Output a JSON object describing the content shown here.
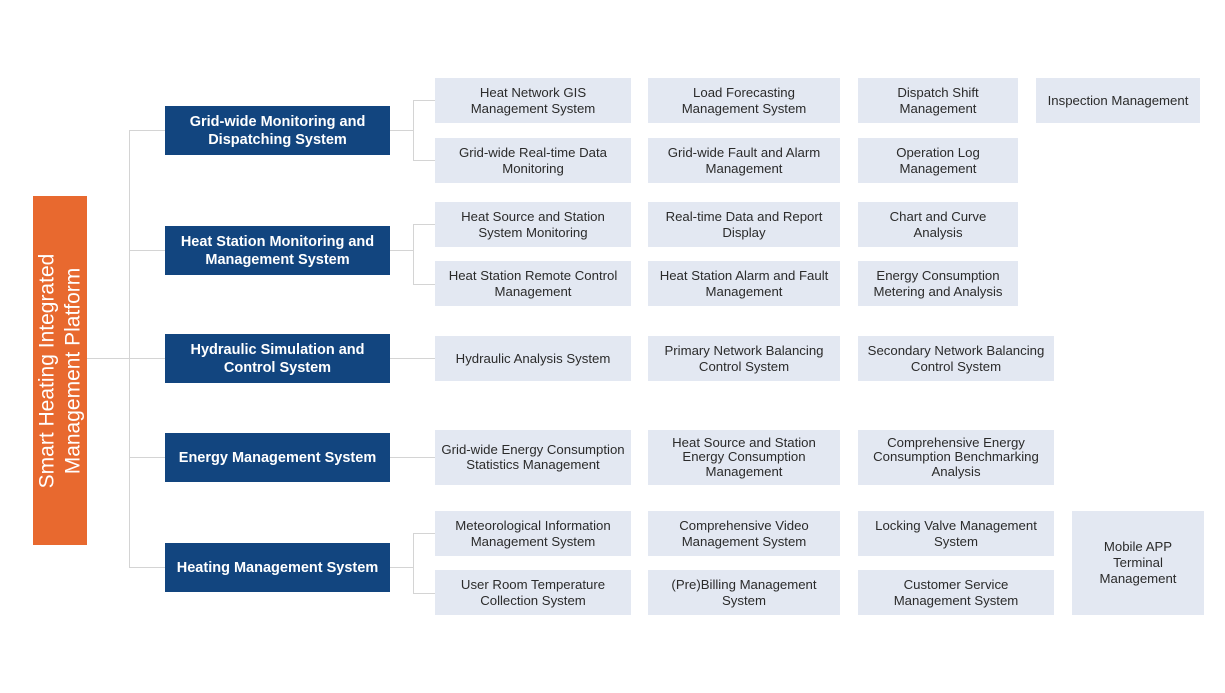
{
  "diagram": {
    "title": "Smart Heating Integrated Management Platform",
    "colors": {
      "root": "#e8692f",
      "level1": "#12457f",
      "level2": "#e3e8f2",
      "connector": "#d4d4d4",
      "level1_text": "#ffffff",
      "level2_text": "#2b2b2b"
    },
    "root": {
      "line1": "Smart Heating Integrated",
      "line2": "Management Platform"
    },
    "branches": [
      {
        "id": "grid-wide-monitoring-and-dispatching-system",
        "label": "Grid-wide Monitoring and Dispatching System",
        "children_row1": [
          "Heat Network GIS Management System",
          "Load Forecasting Management System",
          "Dispatch Shift Management",
          "Inspection Management"
        ],
        "children_row2": [
          "Grid-wide Real-time Data Monitoring",
          "Grid-wide Fault and Alarm Management",
          "Operation Log Management"
        ]
      },
      {
        "id": "heat-station-monitoring-and-management-system",
        "label": "Heat Station Monitoring and Management System",
        "children_row1": [
          "Heat Source and Station System Monitoring",
          "Real-time Data and Report Display",
          "Chart and Curve Analysis"
        ],
        "children_row2": [
          "Heat Station Remote Control Management",
          "Heat Station Alarm and Fault Management",
          "Energy Consumption Metering and Analysis"
        ]
      },
      {
        "id": "hydraulic-simulation-and-control-system",
        "label": "Hydraulic Simulation and Control System",
        "children_row1": [
          "Hydraulic Analysis System",
          "Primary Network Balancing Control System",
          "Secondary Network Balancing Control System"
        ],
        "children_row2": []
      },
      {
        "id": "energy-management-system",
        "label": "Energy Management System",
        "children_row1": [
          "Grid-wide Energy Consumption Statistics Management",
          "Heat Source and Station Energy Consumption Management",
          "Comprehensive Energy Consumption Benchmarking Analysis"
        ],
        "children_row2": []
      },
      {
        "id": "heating-management-system",
        "label": "Heating Management System",
        "children_row1": [
          "Meteorological Information Management System",
          "Comprehensive Video Management System",
          "Locking Valve Management System"
        ],
        "children_row2": [
          "User Room Temperature Collection System",
          "(Pre)Billing Management System",
          "Customer Service Management System"
        ],
        "spanning_child": "Mobile APP Terminal Management"
      }
    ]
  }
}
